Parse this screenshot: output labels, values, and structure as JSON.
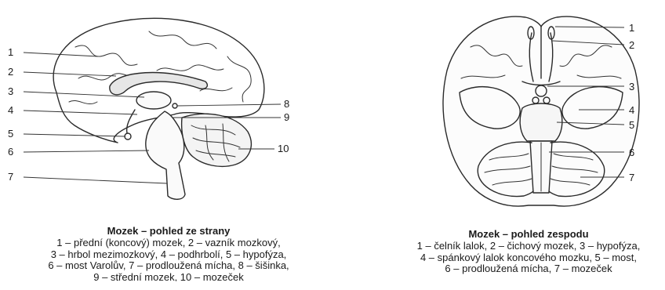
{
  "side_view": {
    "labels": [
      "1",
      "2",
      "3",
      "4",
      "5",
      "6",
      "7",
      "8",
      "9",
      "10"
    ],
    "caption_title": "Mozek – pohled ze strany",
    "caption_lines": [
      "1 – přední (koncový) mozek, 2 – vazník mozkový,",
      "3 – hrbol mezimozkový, 4 – podhrbolí, 5 – hypofýza,",
      "6 – most Varolův, 7 – prodloužená mícha, 8 – šišinka,",
      "9 – střední mozek, 10 – mozeček"
    ]
  },
  "bottom_view": {
    "labels": [
      "1",
      "2",
      "3",
      "4",
      "5",
      "6",
      "7"
    ],
    "caption_title": "Mozek – pohled zespodu",
    "caption_lines": [
      "1 – čelník lalok, 2 – čichový mozek, 3 – hypofýza,",
      "4 – spánkový lalok koncového mozku, 5 – most,",
      "6 – prodloužená mícha, 7 – mozeček"
    ]
  }
}
